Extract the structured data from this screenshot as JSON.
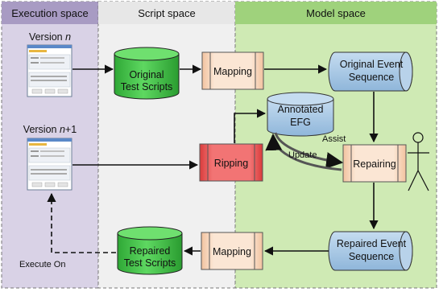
{
  "lanes": {
    "execution": "Execution space",
    "script": "Script space",
    "model": "Model space"
  },
  "versions": {
    "v1_prefix": "Version ",
    "v1_var": "n",
    "v2_prefix": "Version ",
    "v2_var": "n",
    "v2_suffix": "+1"
  },
  "nodes": {
    "original_scripts": [
      "Original",
      "Test Scripts"
    ],
    "mapping_top": "Mapping",
    "original_event_seq": [
      "Original Event",
      "Sequence"
    ],
    "annotated_efg": [
      "Annotated",
      "EFG"
    ],
    "ripping": "Ripping",
    "repairing": "Repairing",
    "repaired_event_seq": [
      "Repaired Event",
      "Sequence"
    ],
    "mapping_bottom": "Mapping",
    "repaired_scripts": [
      "Repaired",
      "Test Scripts"
    ]
  },
  "edge_labels": {
    "assist": "Assist",
    "update": "Update",
    "execute_on": "Execute On"
  },
  "colors": {
    "lane_execution": "#d9d2e6",
    "lane_script": "#f0f0f0",
    "lane_model": "#cfeab4",
    "header_execution": "#a89bc3",
    "header_script": "#e7e7e7",
    "header_model": "#9fd27c",
    "db_green": "#3fbf45",
    "mapping_fill": "#f9dcc4",
    "ripping_fill": "#ea5d5d",
    "event_fill": "#aacbe7"
  }
}
